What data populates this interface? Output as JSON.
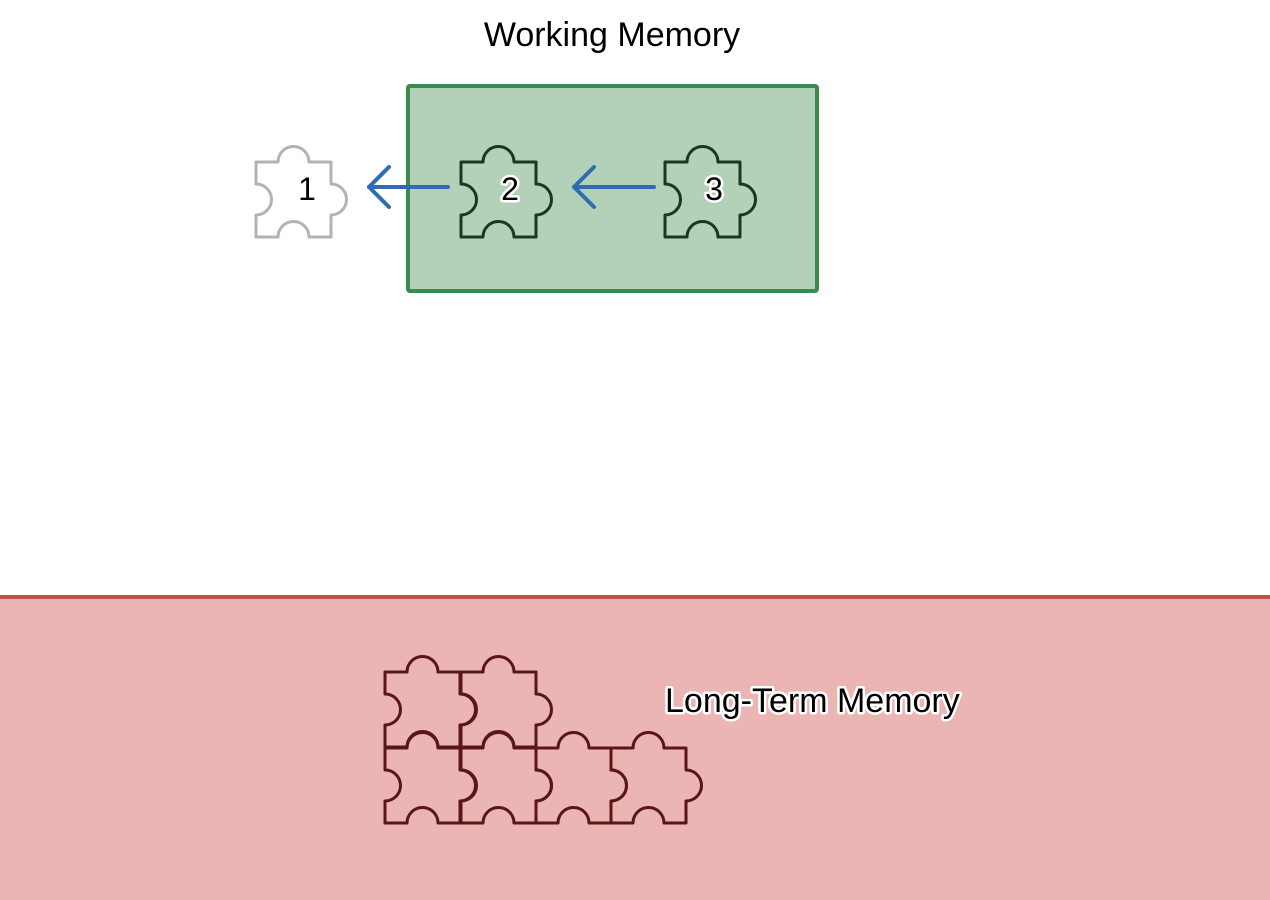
{
  "working_memory": {
    "title": "Working Memory",
    "fill_color": "#b3d1b8",
    "border_color": "#3a8a4c",
    "pieces": [
      {
        "label": "1",
        "state": "faded",
        "color": "#b3b3b3"
      },
      {
        "label": "2",
        "state": "active",
        "color": "#173a1f"
      },
      {
        "label": "3",
        "state": "active",
        "color": "#173a1f"
      }
    ],
    "arrow_color": "#2e6db0"
  },
  "long_term_memory": {
    "label": "Long-Term Memory",
    "fill_color": "#ebb5b4",
    "border_color": "#c0504d",
    "piece_color": "#5a1616"
  },
  "icons": {
    "piece": "puzzle-piece-icon",
    "arrow": "arrow-left-icon"
  }
}
